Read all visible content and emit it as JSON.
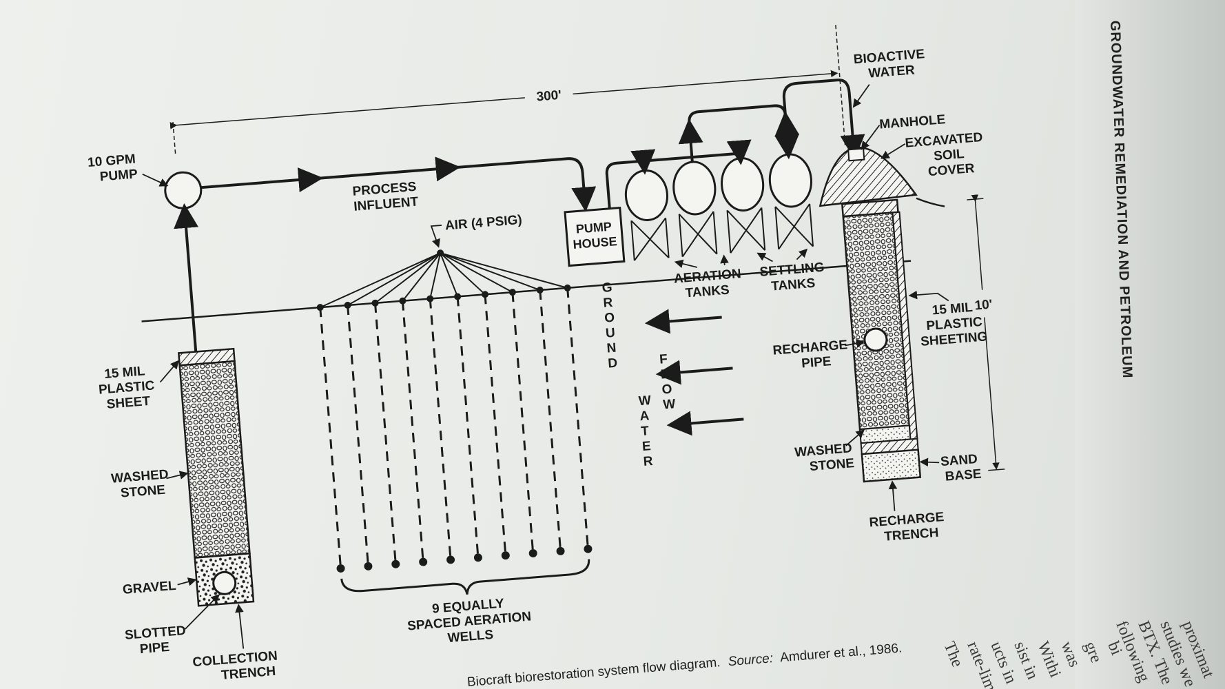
{
  "labels": {
    "dimension_length": "300'",
    "dimension_depth": "10'",
    "pump": [
      "10 GPM",
      "PUMP"
    ],
    "process_influent": [
      "PROCESS",
      "INFLUENT"
    ],
    "air": "AIR (4 PSIG)",
    "pump_house": [
      "PUMP",
      "HOUSE"
    ],
    "bioactive_water": [
      "BIOACTIVE",
      "WATER"
    ],
    "manhole": "MANHOLE",
    "excavated_soil": [
      "EXCAVATED",
      "SOIL",
      "COVER"
    ],
    "aeration_tanks": [
      "AERATION",
      "TANKS"
    ],
    "settling_tanks": [
      "SETTLING",
      "TANKS"
    ],
    "plastic_sheet_left": [
      "15 MIL",
      "PLASTIC",
      "SHEET"
    ],
    "washed_stone_left": [
      "WASHED",
      "STONE"
    ],
    "gravel": "GRAVEL",
    "slotted_pipe": [
      "SLOTTED",
      "PIPE"
    ],
    "collection_trench": [
      "COLLECTION",
      "TRENCH"
    ],
    "aeration_wells": [
      "9 EQUALLY",
      "SPACED AERATION",
      "WELLS"
    ],
    "groundwater_flow": [
      "GROUND",
      "WATER",
      "FLOW"
    ],
    "recharge_pipe": [
      "RECHARGE",
      "PIPE"
    ],
    "plastic_sheeting_right": [
      "15 MIL",
      "PLASTIC",
      "SHEETING"
    ],
    "washed_stone_right": [
      "WASHED",
      "STONE"
    ],
    "sand_base": [
      "SAND",
      "BASE"
    ],
    "recharge_trench": [
      "RECHARGE",
      "TRENCH"
    ]
  },
  "caption": {
    "prefix": "Biocraft biorestoration system flow diagram.",
    "source_label": "Source:",
    "source_text": "Amdurer et al., 1986."
  },
  "running_head": "GROUNDWATER REMEDIATION AND PETROLEUM",
  "facing_page_fragments": [
    "following",
    "BTX. The",
    "studies we",
    "proximat",
    "The",
    "rate-lim",
    "ucts in",
    "sist in",
    "Withi",
    "was",
    "gre",
    "bi"
  ],
  "colors": {
    "ink": "#1b1b1b",
    "paper": "#eceeeb"
  }
}
